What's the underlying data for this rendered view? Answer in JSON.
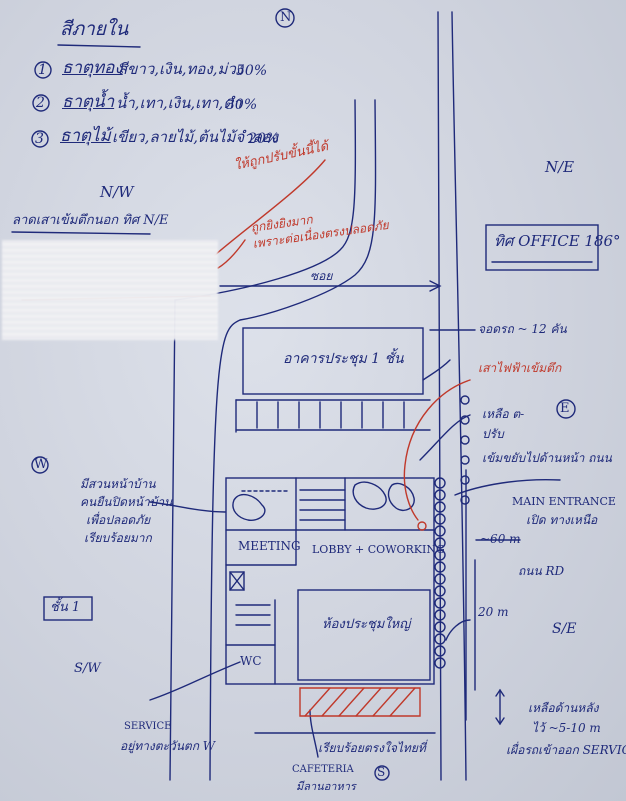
{
  "colors": {
    "ink": "#1f2a7a",
    "red_ink": "#c0392b",
    "paper": "#d4d8e2"
  },
  "legend": {
    "title": "สีภายใน",
    "items": [
      {
        "num": "1",
        "name": "ธาตุทอง",
        "detail": "สีขาว,เงิน,ทอง,ม่วง",
        "pct": "50%"
      },
      {
        "num": "2",
        "name": "ธาตุน้ำ",
        "detail": "น้ำ,เทา,เงิน,เทา,ดำ",
        "pct": "30%"
      },
      {
        "num": "3",
        "name": "ธาตุไม้",
        "detail": "เขียว,ลายไม้,ต้นไม้จำลอง",
        "pct": "20%"
      }
    ]
  },
  "compass": {
    "north": "N",
    "south": "S",
    "east": "E",
    "west": "W",
    "nw": "N/W",
    "ne": "N/E",
    "se": "S/E",
    "sw": "S/W"
  },
  "notes": {
    "nw_heading": "ลาดเสาเข้มตึกนอก ทิศ N/E",
    "office_box": "ทิศ OFFICE 186°",
    "red_note_1": "ให้ถูกปรับขั้นนี้ได้",
    "red_note_2_line1": "ถูกยิงยิงมาก",
    "red_note_2_line2": "เพราะต่อเนื่องตรงปลอดภัย",
    "road_label": "ซอย",
    "parking": "จอดรถ ~ 12 คัน",
    "red_pillar": "เสาไฟฟ้าเข้มตึก",
    "building_1": "อาคารประชุม 1 ชั้น",
    "east_note_1": "เหลือ ต-",
    "east_note_2": "ปรับ",
    "east_note_3": "เข้มขยับไปด้านหน้า ถนน",
    "garden_note_1": "มีสวนหน้าบ้าน",
    "garden_note_2": "คนยืนปิดหน้าบ้าน",
    "garden_note_3": "เพื่อปลอดภัย",
    "garden_note_4": "เรียบร้อยมาก",
    "main_entrance_1": "MAIN ENTRANCE",
    "main_entrance_2": "เปิด ทางเหนือ",
    "dim_60": "~60 m",
    "road_rd": "ถนน RD",
    "dim_20": "20 m",
    "meeting": "MEETING",
    "lobby": "LOBBY + COWORKING",
    "hall": "ห้องประชุมใหญ่",
    "wc": "WC",
    "floor_label": "ชั้น 1",
    "service_1": "SERVICE",
    "service_2": "อยู่ทางตะวันตก W",
    "cafe_1": "CAFETERIA",
    "cafe_2": "มีลานอาหาร",
    "fengshui_note": "เรียบร้อยตรงใจไทยที่",
    "se_note_1": "เหลือด้านหลัง",
    "se_note_2": "ไว้ ~5-10 m",
    "se_note_3": "เผื่อรถเข้าออก SERVICE"
  }
}
